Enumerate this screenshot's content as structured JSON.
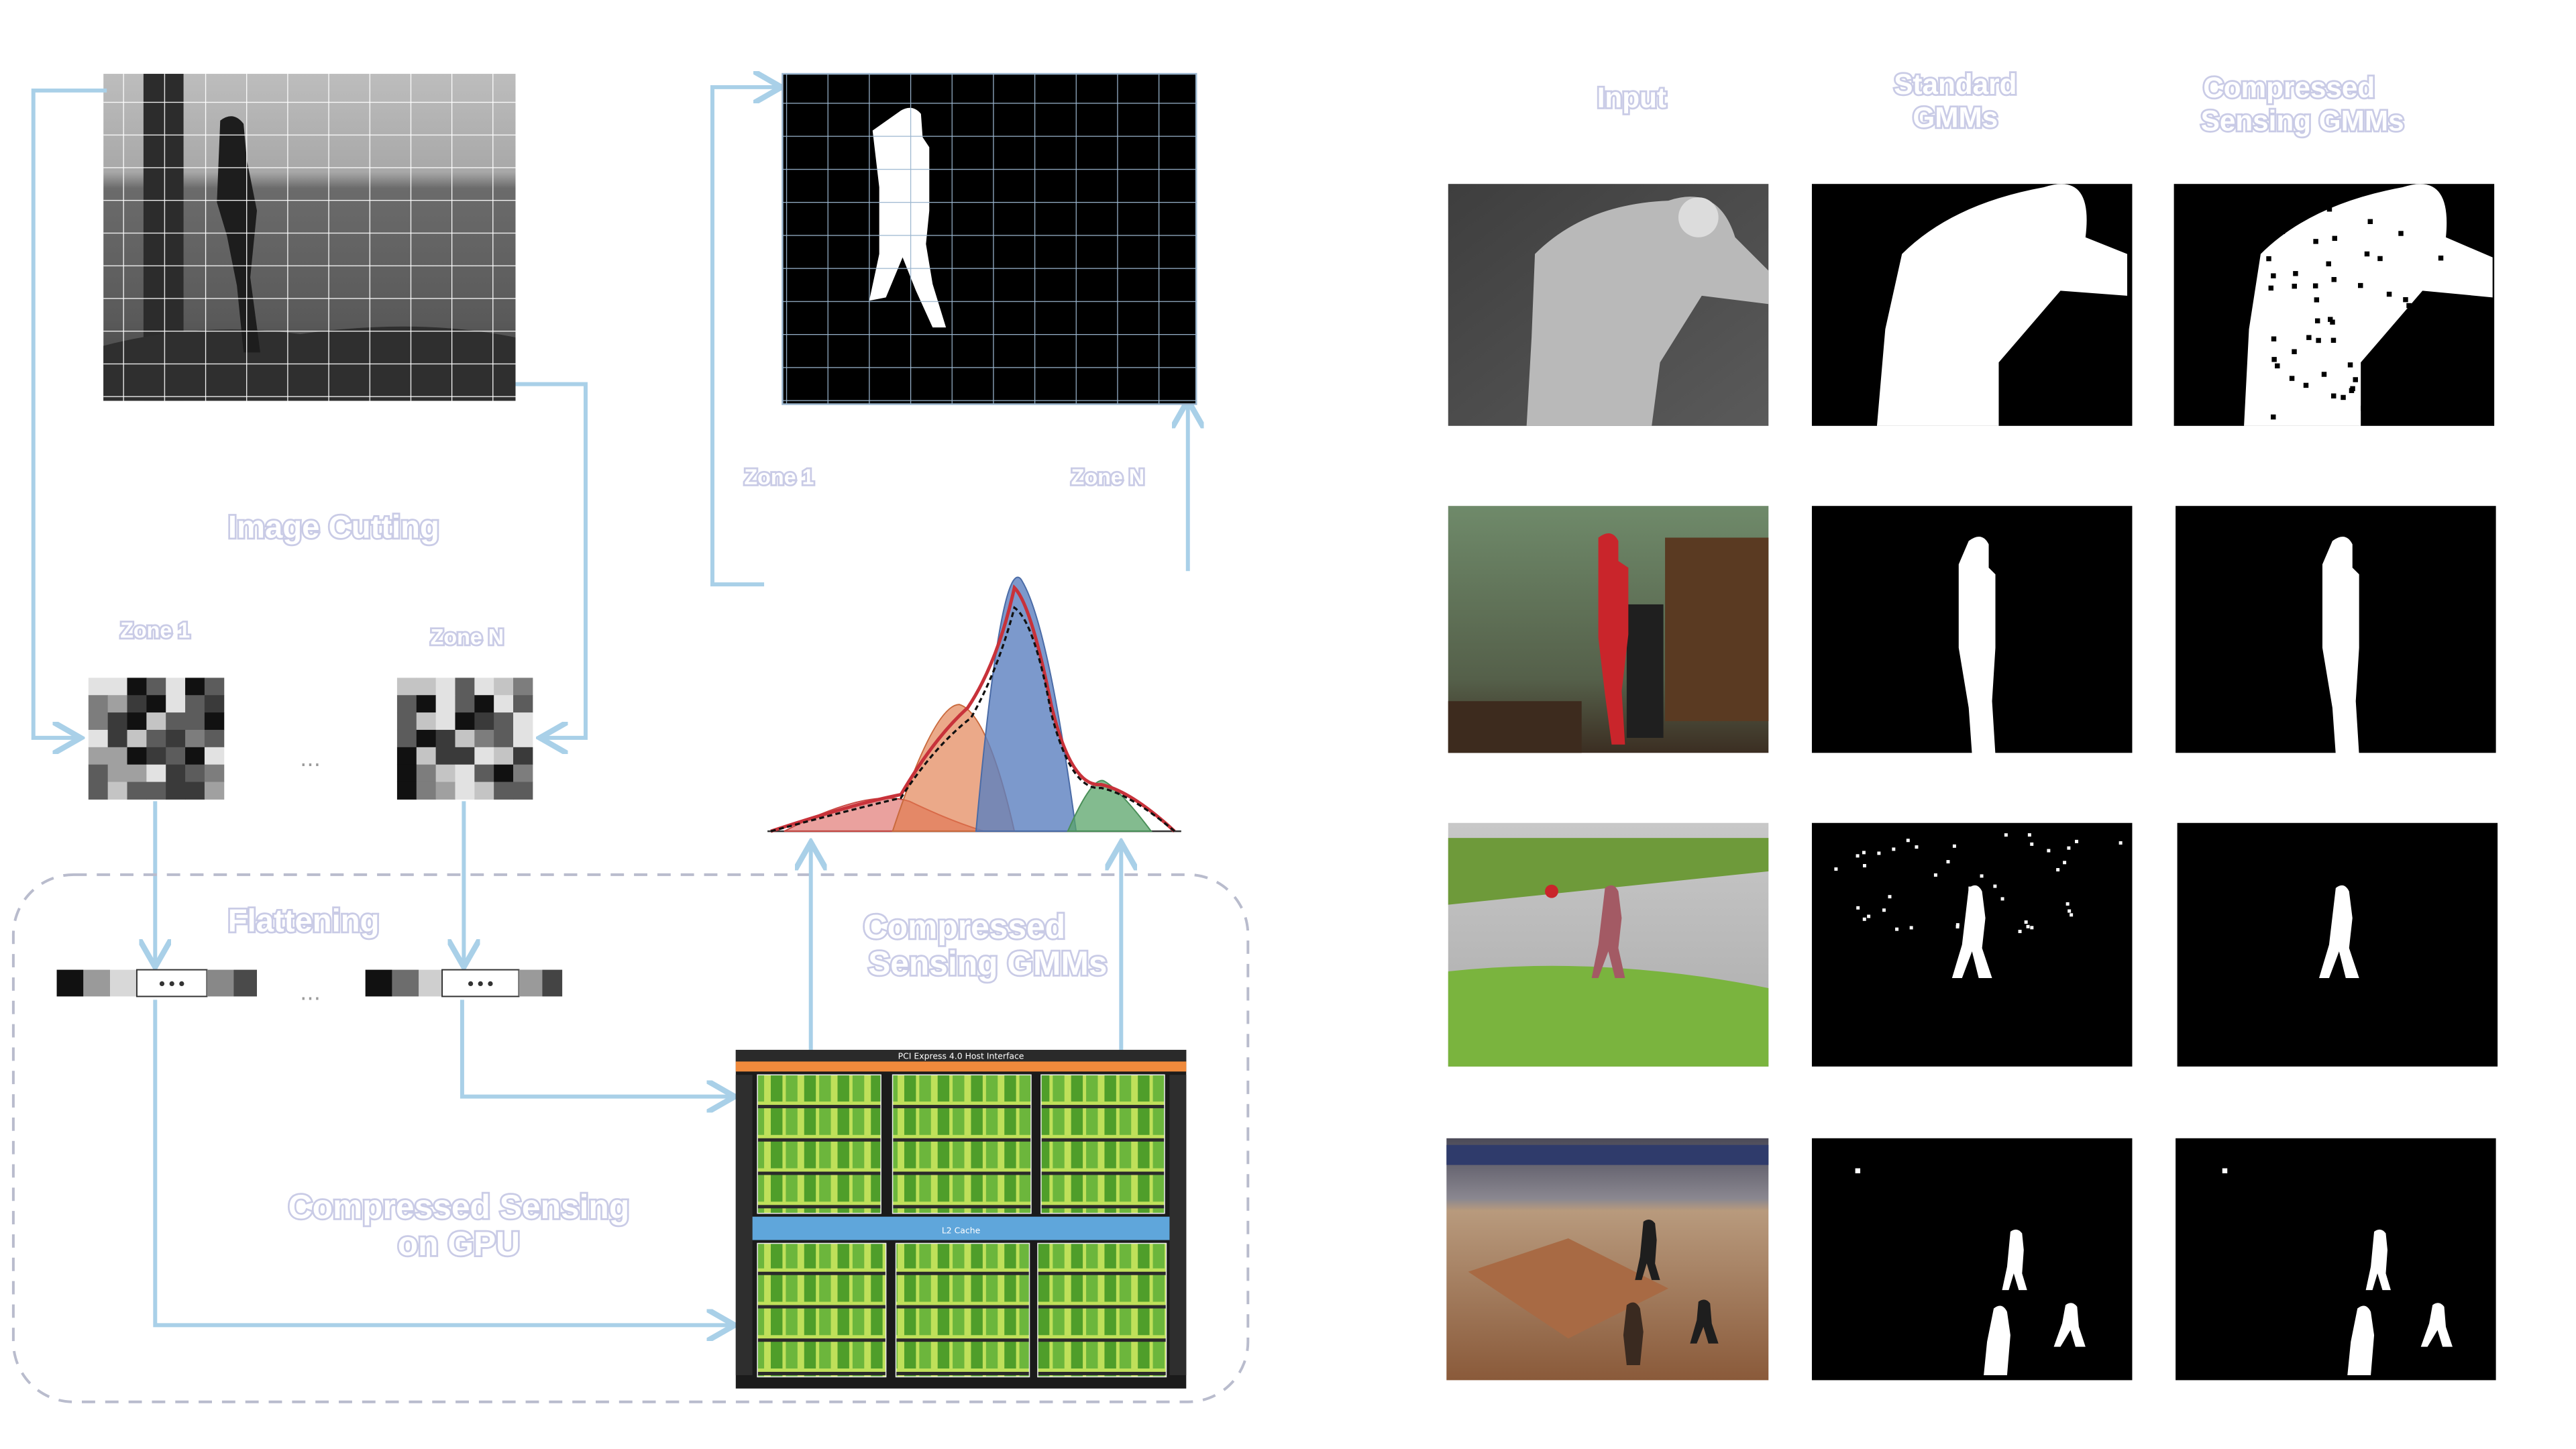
{
  "left_diagram": {
    "image_cutting_label": "Image Cutting",
    "zone_1_label": "Zone 1",
    "zone_n_label": "Zone N",
    "flattening_label": "Flattening",
    "compressed_sensing_gpu_label": [
      "Compressed Sensing",
      "on GPU"
    ],
    "compressed_sensing_gmms_label": [
      "Compressed",
      "Sensing GMMs"
    ],
    "output_zone_1_label": "Zone 1",
    "output_zone_n_label": "Zone N",
    "ellipsis": "...",
    "gpu_header": "PCI Express 4.0 Host Interface",
    "gpu_l2": "L2 Cache",
    "colors": {
      "arrow": "#a9d0e8",
      "dashed_box": "#b9bccd",
      "gpu_orange": "#f08a3c",
      "gpu_blue": "#5fa6db",
      "gpu_green": "#7bb83c",
      "gmm_blue": "#5b7fbf",
      "gmm_orange": "#e07b4a",
      "gmm_red": "#d9534f",
      "gmm_green": "#5aa469"
    }
  },
  "results_grid": {
    "column_headers": [
      "Input",
      "Standard GMMs",
      "Compressed Sensing GMMs"
    ],
    "rows": [
      {
        "scene": "thermal-person"
      },
      {
        "scene": "indoor-office"
      },
      {
        "scene": "outdoor-walkway"
      },
      {
        "scene": "train-station-hall"
      }
    ]
  }
}
